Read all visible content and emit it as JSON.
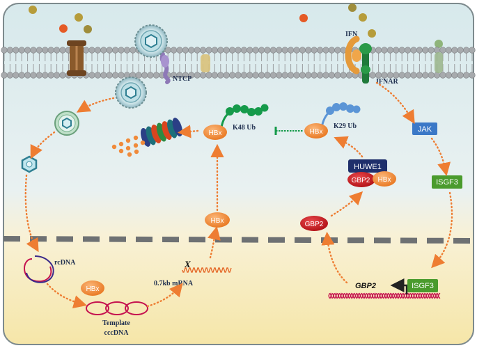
{
  "labels": {
    "ntcp": "NTCP",
    "ifn": "IFN",
    "ifnar": "IFNAR",
    "jak": "JAK",
    "isgf3_cyto": "ISGF3",
    "isgf3_nuc": "ISGF3",
    "gbp2_gene": "GBP2",
    "gbp2_protein": "GBP2",
    "huwe1": "HUWE1",
    "complex_gbp2": "GBP2",
    "complex_hbx": "HBx",
    "hbx_k29": "HBx",
    "k29_ub": "K29 Ub",
    "hbx_k48": "HBx",
    "k48_ub": "K48 Ub",
    "hbx_nuc": "HBx",
    "hbx_cccdna": "HBx",
    "rcdna": "rcDNA",
    "template": "Template",
    "cccdna": "cccDNA",
    "mrna": "0.7kb mRNA",
    "block_x": "X"
  },
  "colors": {
    "cytoplasm": "#cfe3e6",
    "nucleus": "#f7eab9",
    "orange_protein": "#f08a3a",
    "red_protein": "#c8151b",
    "navy_protein": "#1f2f6b",
    "blue_box": "#3b78c7",
    "green_box": "#4a9b2d",
    "arrow": "#ee7d32",
    "ub_green": "#159a4a",
    "ub_blue": "#5b95d6"
  }
}
